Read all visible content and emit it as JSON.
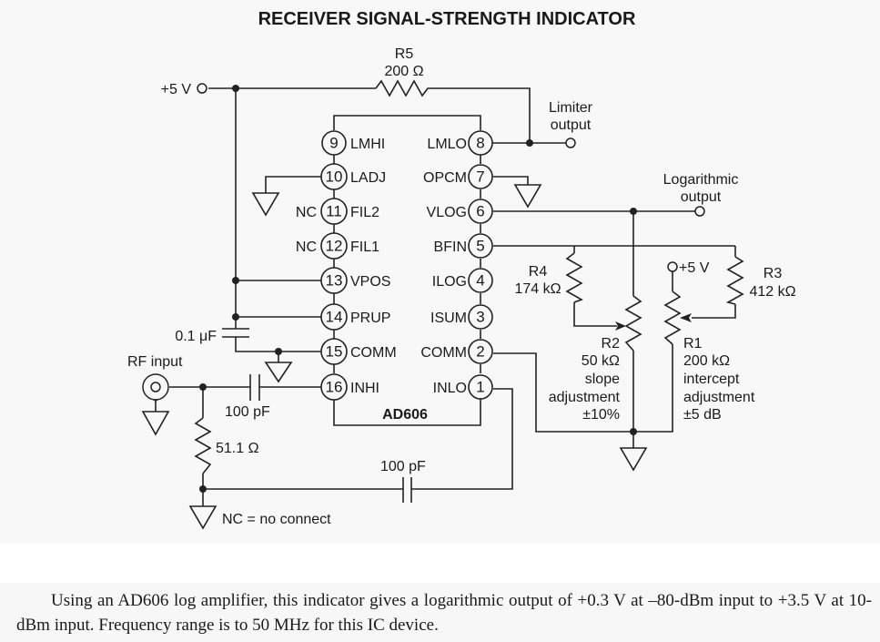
{
  "title": "RECEIVER SIGNAL-STRENGTH INDICATOR",
  "ic": {
    "part": "AD606",
    "pins": [
      {
        "num": "1",
        "name": "INLO"
      },
      {
        "num": "2",
        "name": "COMM"
      },
      {
        "num": "3",
        "name": "ISUM"
      },
      {
        "num": "4",
        "name": "ILOG"
      },
      {
        "num": "5",
        "name": "BFIN"
      },
      {
        "num": "6",
        "name": "VLOG"
      },
      {
        "num": "7",
        "name": "OPCM"
      },
      {
        "num": "8",
        "name": "LMLO"
      },
      {
        "num": "9",
        "name": "LMHI"
      },
      {
        "num": "10",
        "name": "LADJ"
      },
      {
        "num": "11",
        "name": "FIL2"
      },
      {
        "num": "12",
        "name": "FIL1"
      },
      {
        "num": "13",
        "name": "VPOS"
      },
      {
        "num": "14",
        "name": "PRUP"
      },
      {
        "num": "15",
        "name": "COMM"
      },
      {
        "num": "16",
        "name": "INHI"
      }
    ],
    "nc_label": "NC"
  },
  "components": {
    "r5": {
      "name": "R5",
      "value": "200 Ω"
    },
    "r4": {
      "name": "R4",
      "value": "174 kΩ"
    },
    "r3": {
      "name": "R3",
      "value": "412 kΩ"
    },
    "r2": {
      "name": "R2",
      "value": "50 kΩ",
      "desc1": "slope",
      "desc2": "adjustment",
      "desc3": "±10%"
    },
    "r1": {
      "name": "R1",
      "value": "200 kΩ",
      "desc1": "intercept",
      "desc2": "adjustment",
      "desc3": "±5 dB"
    },
    "r_term": {
      "value": "51.1 Ω"
    },
    "c_bypass": {
      "value": "0.1 μF"
    },
    "c_in": {
      "value": "100 pF"
    },
    "c_lo": {
      "value": "100 pF"
    }
  },
  "labels": {
    "supply": "+5 V",
    "supply2": "+5 V",
    "limiter1": "Limiter",
    "limiter2": "output",
    "log1": "Logarithmic",
    "log2": "output",
    "rf_input": "RF input",
    "nc_note": "NC = no connect"
  },
  "caption": "Using an AD606 log amplifier, this indicator gives a logarithmic output of +0.3 V at –80-dBm input to +3.5 V at 10-dBm input. Frequency range is to 50 MHz for this IC device."
}
